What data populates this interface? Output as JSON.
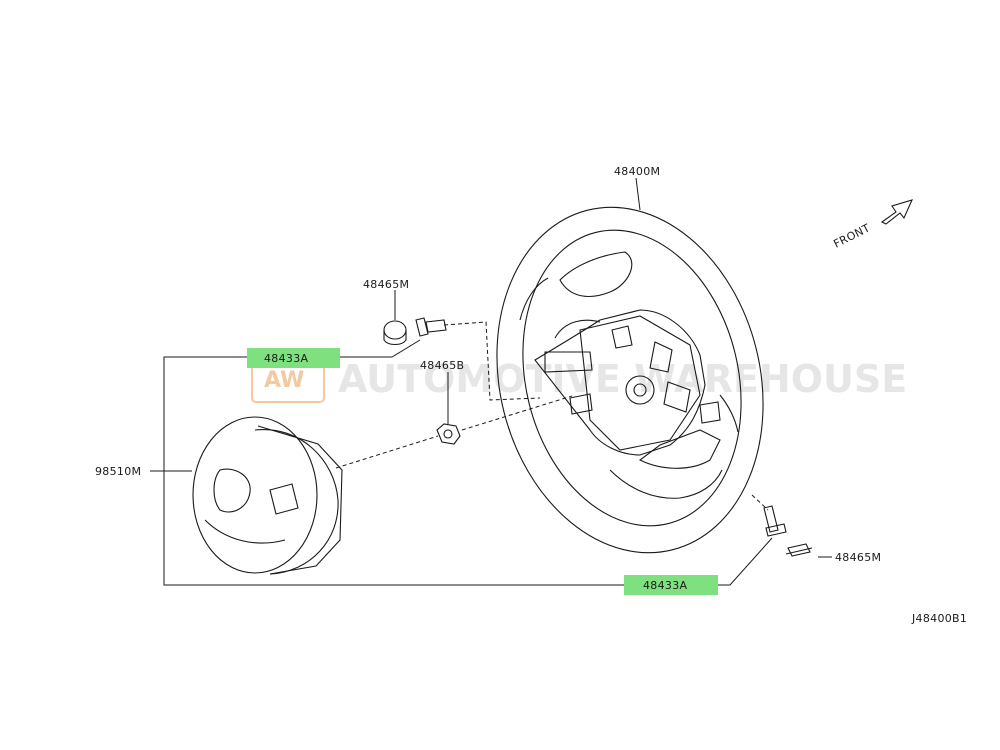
{
  "watermark": {
    "logo": "AW",
    "text": "AUTOMOTIVE WAREHOUSE"
  },
  "front_label": "FRONT",
  "diagram_code": "J48400B1",
  "callouts": {
    "steering_wheel": "48400M",
    "bolt_cap": "48465M",
    "nut": "48465B",
    "airbag_module": "98510M",
    "bolt_right": "48465M",
    "torx_left": "48433A",
    "torx_bottom": "48433A"
  },
  "highlight_color": "#7fe07f"
}
